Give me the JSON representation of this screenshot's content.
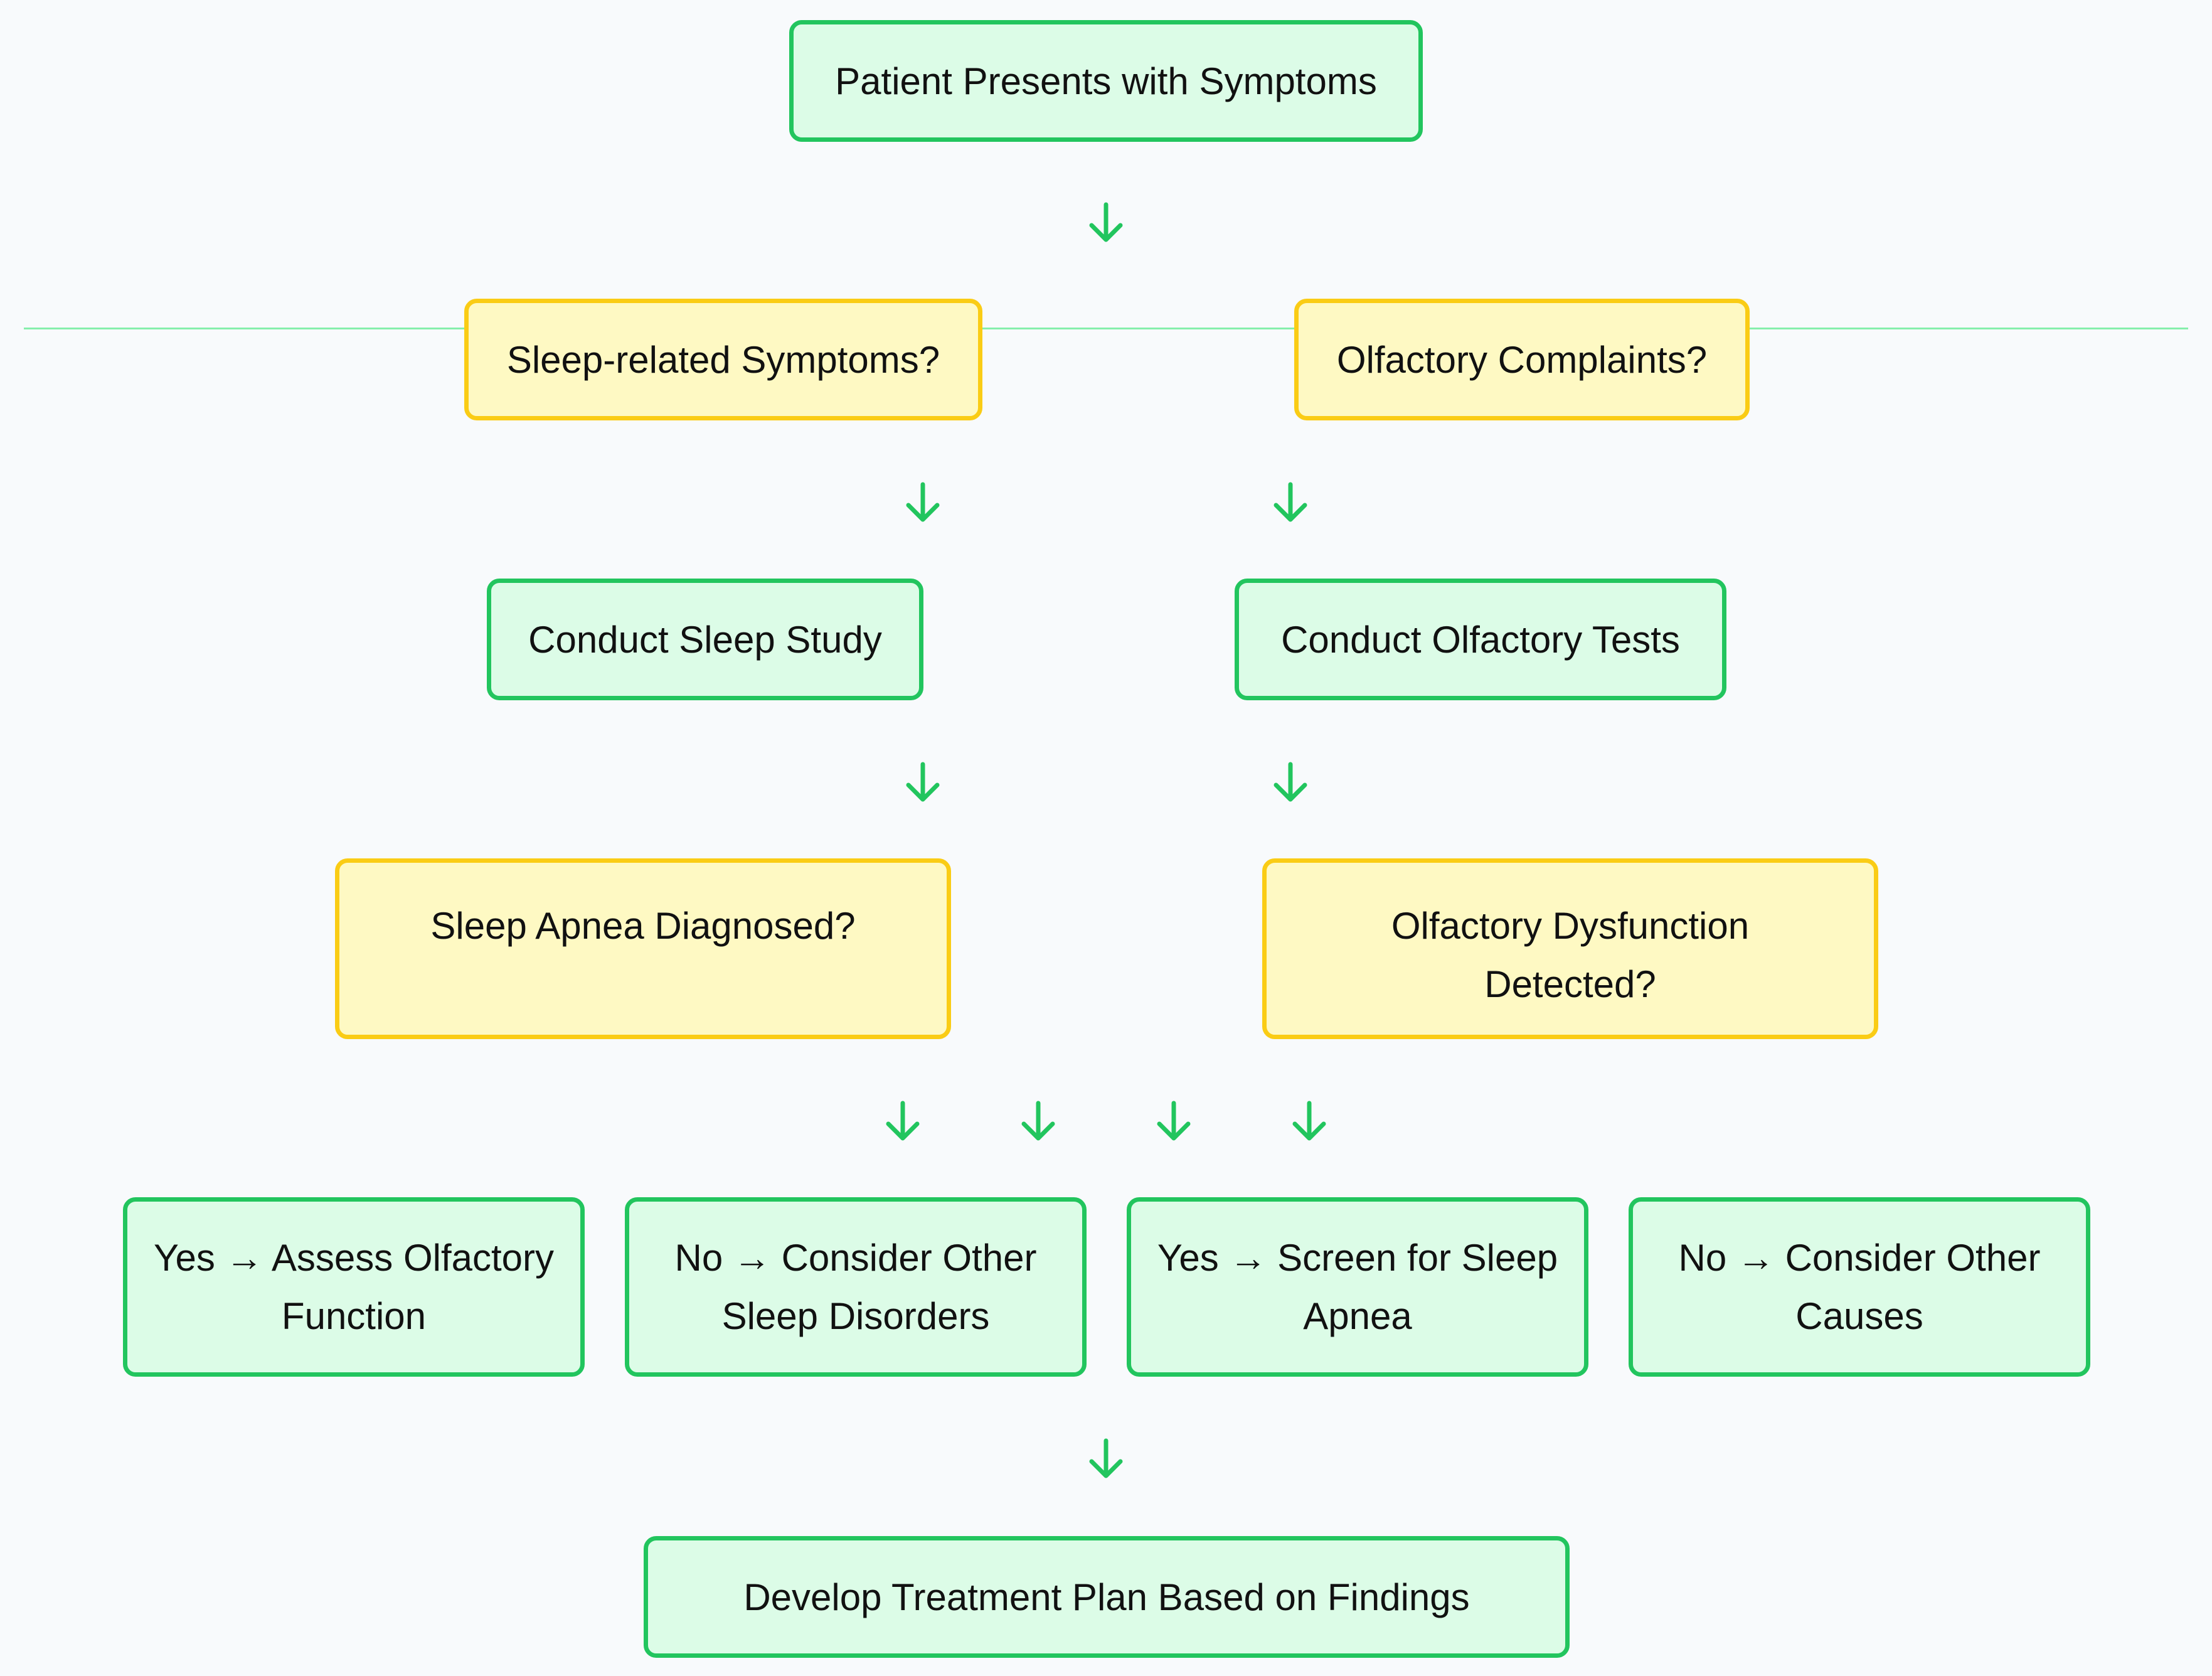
{
  "accent_colors": {
    "action_fill": "#dcfce7",
    "action_border": "#22c55e",
    "decision_fill": "#fef9c3",
    "decision_border": "#facc15",
    "arrow": "#22c55e"
  },
  "flowchart": {
    "start": "Patient Presents with Symptoms",
    "sleep_question": "Sleep-related Symptoms?",
    "olfactory_question": "Olfactory Complaints?",
    "sleep_study": "Conduct Sleep Study",
    "olfactory_tests": "Conduct Olfactory Tests",
    "apnea_question": "Sleep Apnea Diagnosed?",
    "dysfunction_question": "Olfactory Dysfunction Detected?",
    "outcomes": [
      "Yes → Assess Olfactory Function",
      "No → Consider Other Sleep Disorders",
      "Yes → Screen for Sleep Apnea",
      "No → Consider Other Causes"
    ],
    "end": "Develop Treatment Plan Based on Findings"
  },
  "icons": {
    "arrow": "arrow-down-icon"
  }
}
